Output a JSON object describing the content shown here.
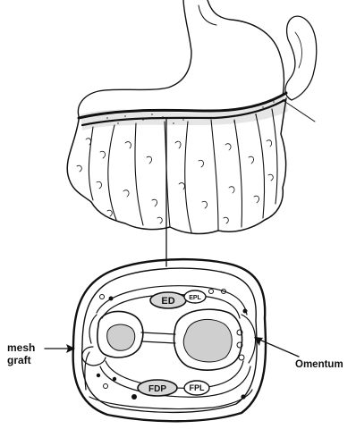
{
  "labels": {
    "muscle_ed": "ED",
    "muscle_epl": "EPL",
    "muscle_fdp": "FDP",
    "muscle_fpl": "FPL",
    "mesh_graft_line1": "mesh",
    "mesh_graft_line2": "graft",
    "omentum": "Omentum"
  },
  "colors": {
    "ink": "#111111",
    "background": "#ffffff"
  }
}
